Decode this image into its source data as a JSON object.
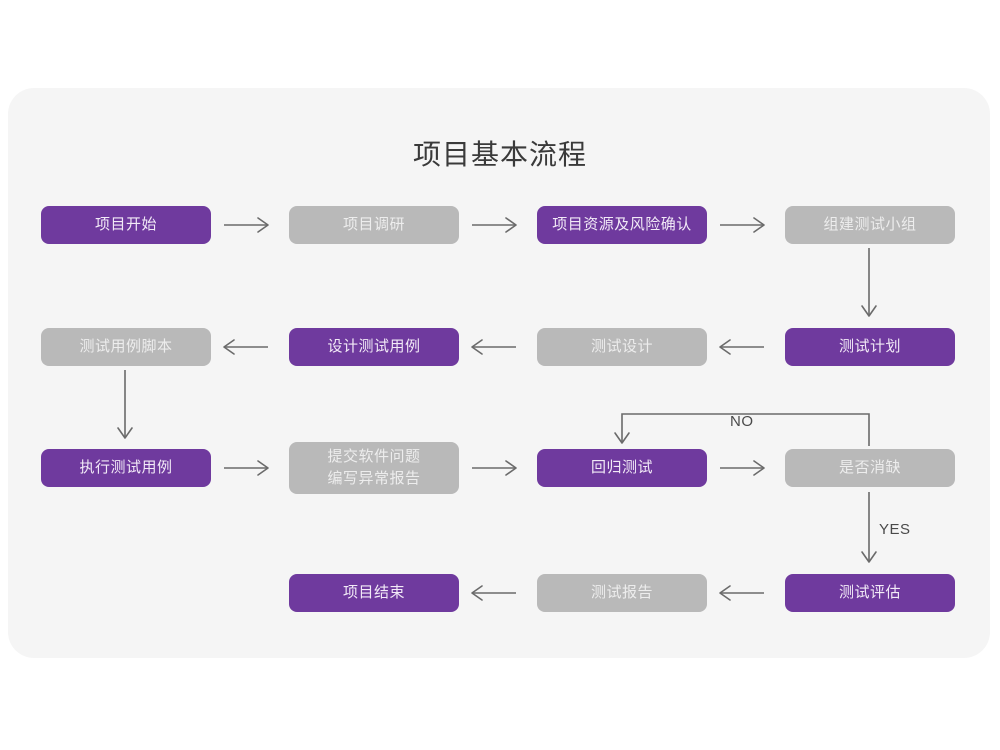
{
  "diagram": {
    "title": "项目基本流程",
    "colors": {
      "active": "#6f3a9e",
      "inactive": "#b9b9b9",
      "card_background": "#f5f5f5",
      "page_background": "#ffffff",
      "connector": "#6b6b6b",
      "title_text": "#3a3a3a"
    },
    "nodes": [
      {
        "id": "n1",
        "label": "项目开始",
        "state": "active"
      },
      {
        "id": "n2",
        "label": "项目调研",
        "state": "inactive"
      },
      {
        "id": "n3",
        "label": "项目资源及风险确认",
        "state": "active"
      },
      {
        "id": "n4",
        "label": "组建测试小组",
        "state": "inactive"
      },
      {
        "id": "n5",
        "label": "测试用例脚本",
        "state": "inactive"
      },
      {
        "id": "n6",
        "label": "设计测试用例",
        "state": "active"
      },
      {
        "id": "n7",
        "label": "测试设计",
        "state": "inactive"
      },
      {
        "id": "n8",
        "label": "测试计划",
        "state": "active"
      },
      {
        "id": "n9",
        "label": "执行测试用例",
        "state": "active"
      },
      {
        "id": "n10",
        "label": "提交软件问题\n编写异常报告",
        "state": "inactive"
      },
      {
        "id": "n11",
        "label": "回归测试",
        "state": "active"
      },
      {
        "id": "n12",
        "label": "是否消缺",
        "state": "inactive"
      },
      {
        "id": "n13",
        "label": "项目结束",
        "state": "active"
      },
      {
        "id": "n14",
        "label": "测试报告",
        "state": "inactive"
      },
      {
        "id": "n15",
        "label": "测试评估",
        "state": "active"
      }
    ],
    "edge_labels": {
      "no": "NO",
      "yes": "YES"
    },
    "edges": [
      {
        "from": "n1",
        "to": "n2",
        "direction": "right"
      },
      {
        "from": "n2",
        "to": "n3",
        "direction": "right"
      },
      {
        "from": "n3",
        "to": "n4",
        "direction": "right"
      },
      {
        "from": "n4",
        "to": "n8",
        "direction": "down"
      },
      {
        "from": "n8",
        "to": "n7",
        "direction": "left"
      },
      {
        "from": "n7",
        "to": "n6",
        "direction": "left"
      },
      {
        "from": "n6",
        "to": "n5",
        "direction": "left"
      },
      {
        "from": "n5",
        "to": "n9",
        "direction": "down"
      },
      {
        "from": "n9",
        "to": "n10",
        "direction": "right"
      },
      {
        "from": "n10",
        "to": "n11",
        "direction": "right"
      },
      {
        "from": "n11",
        "to": "n12",
        "direction": "right"
      },
      {
        "from": "n12",
        "to": "n11",
        "direction": "loop-up",
        "label": "NO"
      },
      {
        "from": "n12",
        "to": "n15",
        "direction": "down",
        "label": "YES"
      },
      {
        "from": "n15",
        "to": "n14",
        "direction": "left"
      },
      {
        "from": "n14",
        "to": "n13",
        "direction": "left"
      }
    ]
  }
}
